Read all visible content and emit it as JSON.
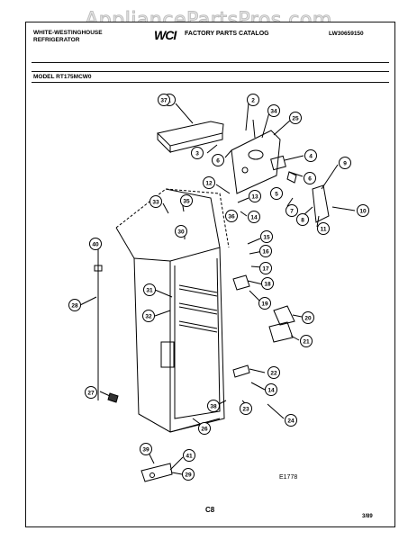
{
  "watermark": "AppliancePartsPros.com",
  "header": {
    "brand_line1": "WHITE-WESTINGHOUSE",
    "brand_line2": "REFRIGERATOR",
    "logo": "WCI",
    "catalog": "FACTORY PARTS CATALOG",
    "part_number": "LW30659150"
  },
  "model_label": "MODEL RT175MCW0",
  "callouts": [
    {
      "label": "1"
    },
    {
      "label": "2"
    },
    {
      "label": "34"
    },
    {
      "label": "25"
    },
    {
      "label": "37"
    },
    {
      "label": "3"
    },
    {
      "label": "6"
    },
    {
      "label": "4"
    },
    {
      "label": "6"
    },
    {
      "label": "9"
    },
    {
      "label": "12"
    },
    {
      "label": "33"
    },
    {
      "label": "35"
    },
    {
      "label": "13"
    },
    {
      "label": "5"
    },
    {
      "label": "7"
    },
    {
      "label": "8"
    },
    {
      "label": "10"
    },
    {
      "label": "36"
    },
    {
      "label": "14"
    },
    {
      "label": "11"
    },
    {
      "label": "30"
    },
    {
      "label": "15"
    },
    {
      "label": "40"
    },
    {
      "label": "16"
    },
    {
      "label": "17"
    },
    {
      "label": "18"
    },
    {
      "label": "31"
    },
    {
      "label": "28"
    },
    {
      "label": "19"
    },
    {
      "label": "32"
    },
    {
      "label": "20"
    },
    {
      "label": "21"
    },
    {
      "label": "22"
    },
    {
      "label": "14"
    },
    {
      "label": "38"
    },
    {
      "label": "23"
    },
    {
      "label": "27"
    },
    {
      "label": "24"
    },
    {
      "label": "26"
    },
    {
      "label": "39"
    },
    {
      "label": "41"
    },
    {
      "label": "29"
    }
  ],
  "figure_id": "E1778",
  "page_number": "C8",
  "date": "3/89"
}
